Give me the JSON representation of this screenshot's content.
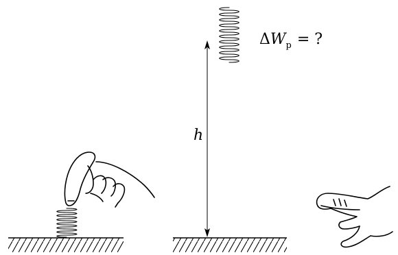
{
  "labels": {
    "height_symbol": "h",
    "energy_delta": "Δ",
    "energy_symbol": "W",
    "energy_subscript": "p",
    "energy_equals": "= ?"
  },
  "colors": {
    "ink": "#000000",
    "background": "#ffffff"
  }
}
